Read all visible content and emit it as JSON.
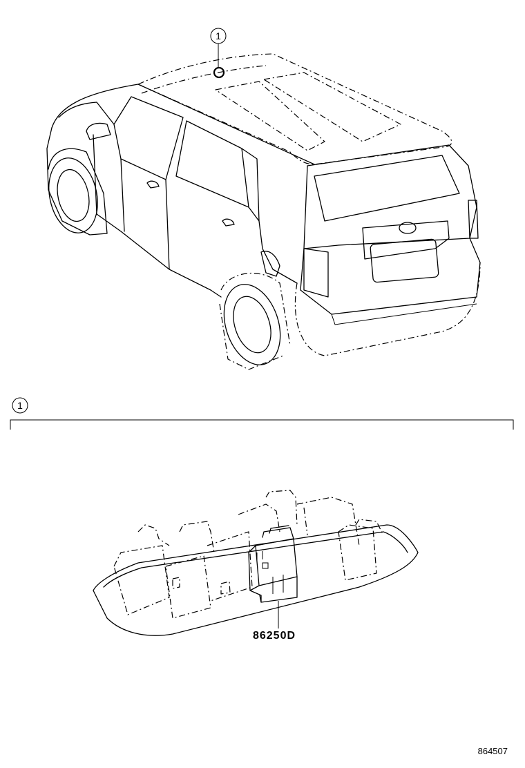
{
  "callout": {
    "number": "1"
  },
  "section": {
    "callout_number": "1"
  },
  "part": {
    "number": "86250D"
  },
  "illustration": {
    "id": "864507"
  }
}
